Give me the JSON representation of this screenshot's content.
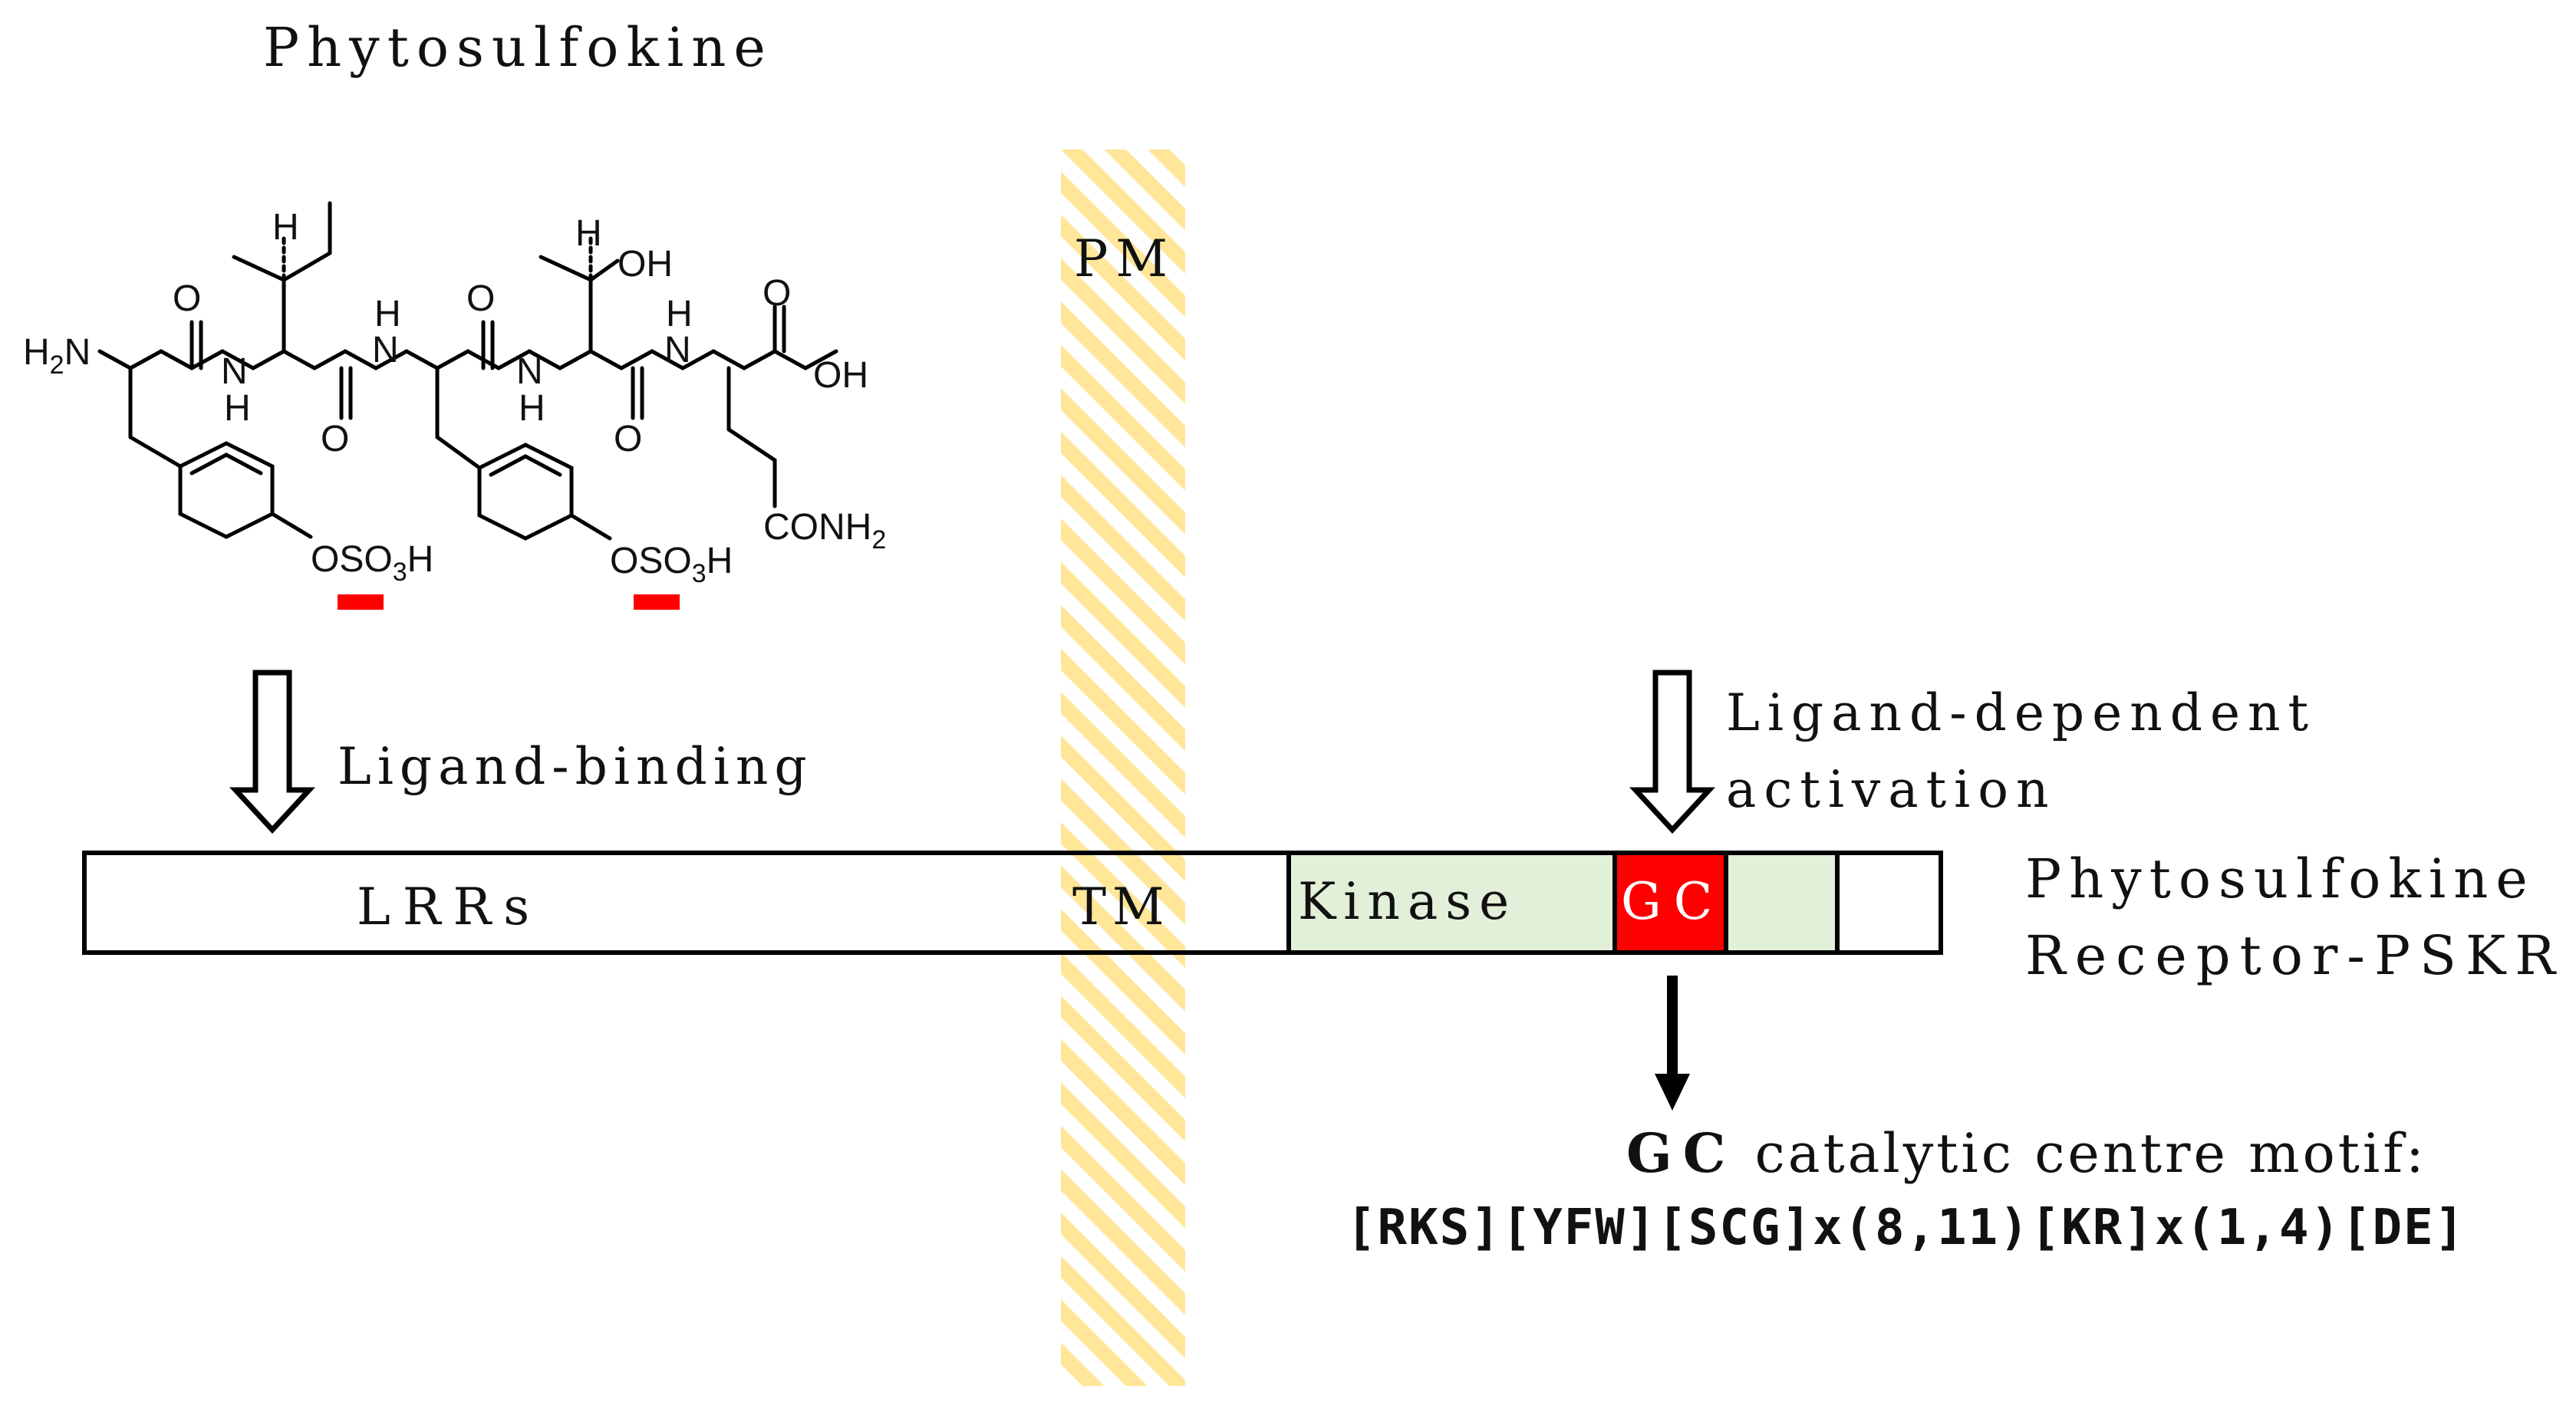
{
  "title": "Phytosulfokine",
  "molecule": {
    "atoms": {
      "h2n": "H2N",
      "o1": "O",
      "nh1_n": "N",
      "nh1_h": "H",
      "h_ile": "H",
      "o2": "O",
      "nh2_h": "H",
      "nh2_n": "N",
      "o3": "O",
      "nh3_n": "N",
      "nh3_h": "H",
      "h_thr": "H",
      "oh_thr": "OH",
      "o4": "O",
      "nh4_h": "H",
      "nh4_n": "N",
      "o5": "O",
      "oh_acid": "OH",
      "conh2": "CONH2",
      "oso3h_1": "OSO3H",
      "oso3h_2": "OSO3H"
    }
  },
  "membrane_label": "PM",
  "arrows": {
    "ligand_binding": "Ligand-binding",
    "ligand_dependent_line1": "Ligand-dependent",
    "ligand_dependent_line2": "activation"
  },
  "receptor": {
    "domains": {
      "lrrs": "LRRs",
      "tm": "TM",
      "kinase": "Kinase",
      "gc": "GC"
    },
    "name_line1": "Phytosulfokine",
    "name_line2": "Receptor-PSKR"
  },
  "motif": {
    "title_prefix": "GC",
    "title_rest": "catalytic centre motif:",
    "pattern": "[RKS][YFW][SCG]x(8,11)[KR]x(1,4)[DE]"
  },
  "colors": {
    "membrane_stripe": "#ffe699",
    "kinase_fill": "#e2f0d9",
    "gc_fill": "#ff0000",
    "sulfate_mark": "#ff0000"
  }
}
